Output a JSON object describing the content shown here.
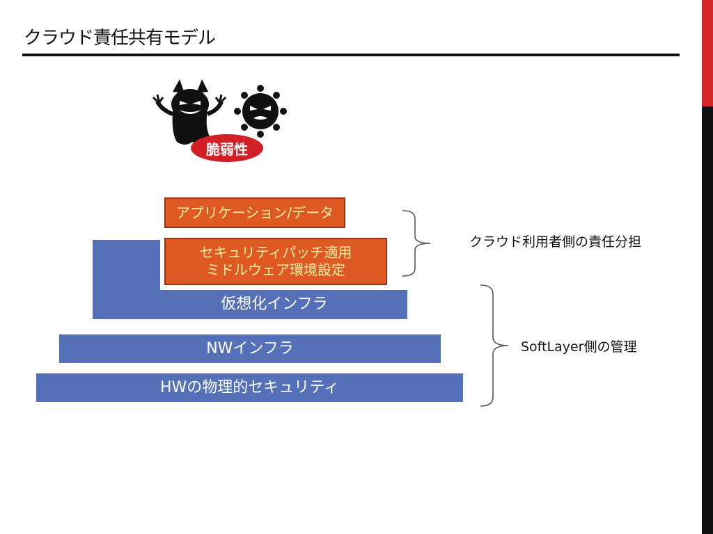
{
  "slide": {
    "title": "クラウド責任共有モデル"
  },
  "threat": {
    "badge_label": "脆弱性",
    "icons": [
      "devil-icon",
      "virus-icon"
    ]
  },
  "layers": {
    "application": "アプリケーション/データ",
    "middleware": "セキュリティパッチ適用\nミドルウェア環境設定",
    "virtualization": "仮想化インフラ",
    "network": "NWインフラ",
    "hardware": "HWの物理的セキュリティ"
  },
  "responsibility": {
    "customer_label": "クラウド利用者側の責任分担",
    "provider_label": "SoftLayer側の管理"
  },
  "colors": {
    "provider_layer": "#5470b8",
    "customer_layer": "#df5a22",
    "customer_text": "#fff3a8",
    "badge": "#d31f26",
    "accent_red": "#d9262b"
  }
}
